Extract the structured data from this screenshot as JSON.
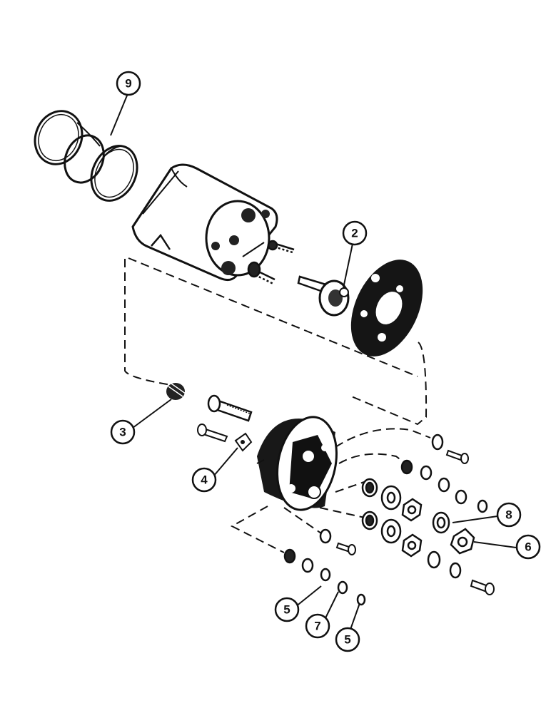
{
  "callouts": [
    {
      "id": "c9",
      "label": "9"
    },
    {
      "id": "c2",
      "label": "2"
    },
    {
      "id": "c3",
      "label": "3"
    },
    {
      "id": "c4",
      "label": "4"
    },
    {
      "id": "c8",
      "label": "8"
    },
    {
      "id": "c6",
      "label": "6"
    },
    {
      "id": "c5a",
      "label": "5"
    },
    {
      "id": "c7",
      "label": "7"
    },
    {
      "id": "c5b",
      "label": "5"
    }
  ]
}
